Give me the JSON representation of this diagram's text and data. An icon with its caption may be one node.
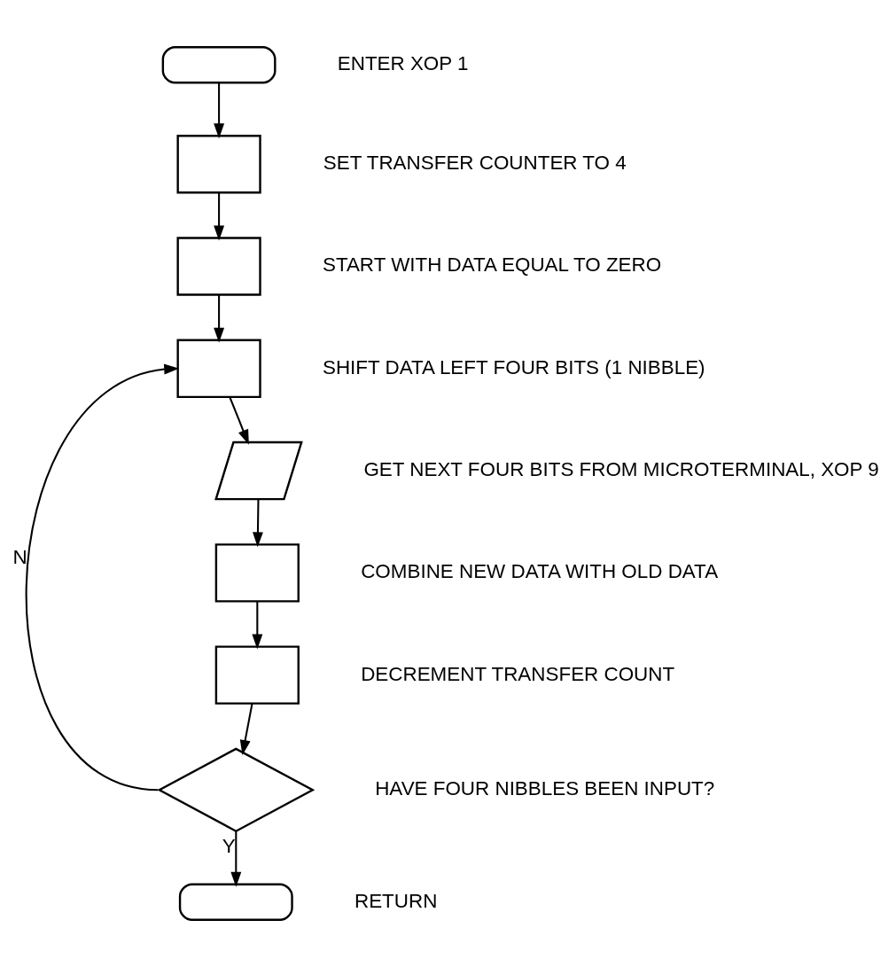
{
  "diagram": {
    "nodes": [
      {
        "text": [],
        "shape": "oval",
        "beside": [
          "ENTER XOP 1"
        ]
      },
      {
        "text": [],
        "shape": "box",
        "beside": [
          "SET TRANSFER COUNTER TO 4"
        ]
      },
      {
        "text": [],
        "shape": "box",
        "beside": [
          "START WITH DATA EQUAL TO ZERO"
        ]
      },
      {
        "text": [],
        "shape": "box",
        "beside": [
          "SHIFT DATA LEFT FOUR BITS (1 NIBBLE)"
        ]
      },
      {
        "text": [],
        "shape": "parallelogram",
        "beside": [
          "GET NEXT FOUR BITS FROM MICROTERMINAL, XOP 9"
        ]
      },
      {
        "text": [],
        "shape": "box",
        "beside": [
          "COMBINE NEW DATA WITH OLD DATA"
        ]
      },
      {
        "text": [],
        "shape": "box",
        "beside": [
          "DECREMENT TRANSFER COUNT"
        ]
      },
      {
        "text": [],
        "shape": "diamond",
        "beside": [
          "HAVE FOUR NIBBLES BEEN INPUT?"
        ]
      },
      {
        "text": [],
        "shape": "oval",
        "beside": [
          "RETURN"
        ]
      }
    ],
    "edges": [
      {
        "from": 0,
        "to": 1,
        "arrow": "to"
      },
      {
        "from": 1,
        "to": 2,
        "arrow": "to"
      },
      {
        "from": 2,
        "to": 3,
        "arrow": "to"
      },
      {
        "from": 3,
        "to": 4,
        "arrow": "to"
      },
      {
        "from": 4,
        "to": 5,
        "arrow": "to"
      },
      {
        "from": 5,
        "to": 6,
        "arrow": "to"
      },
      {
        "from": 6,
        "to": 7,
        "arrow": "to"
      },
      {
        "from": 7,
        "to": 3,
        "arrow": "to",
        "label": "N"
      },
      {
        "from": 7,
        "to": 8,
        "arrow": "to",
        "label": "Y"
      }
    ]
  }
}
